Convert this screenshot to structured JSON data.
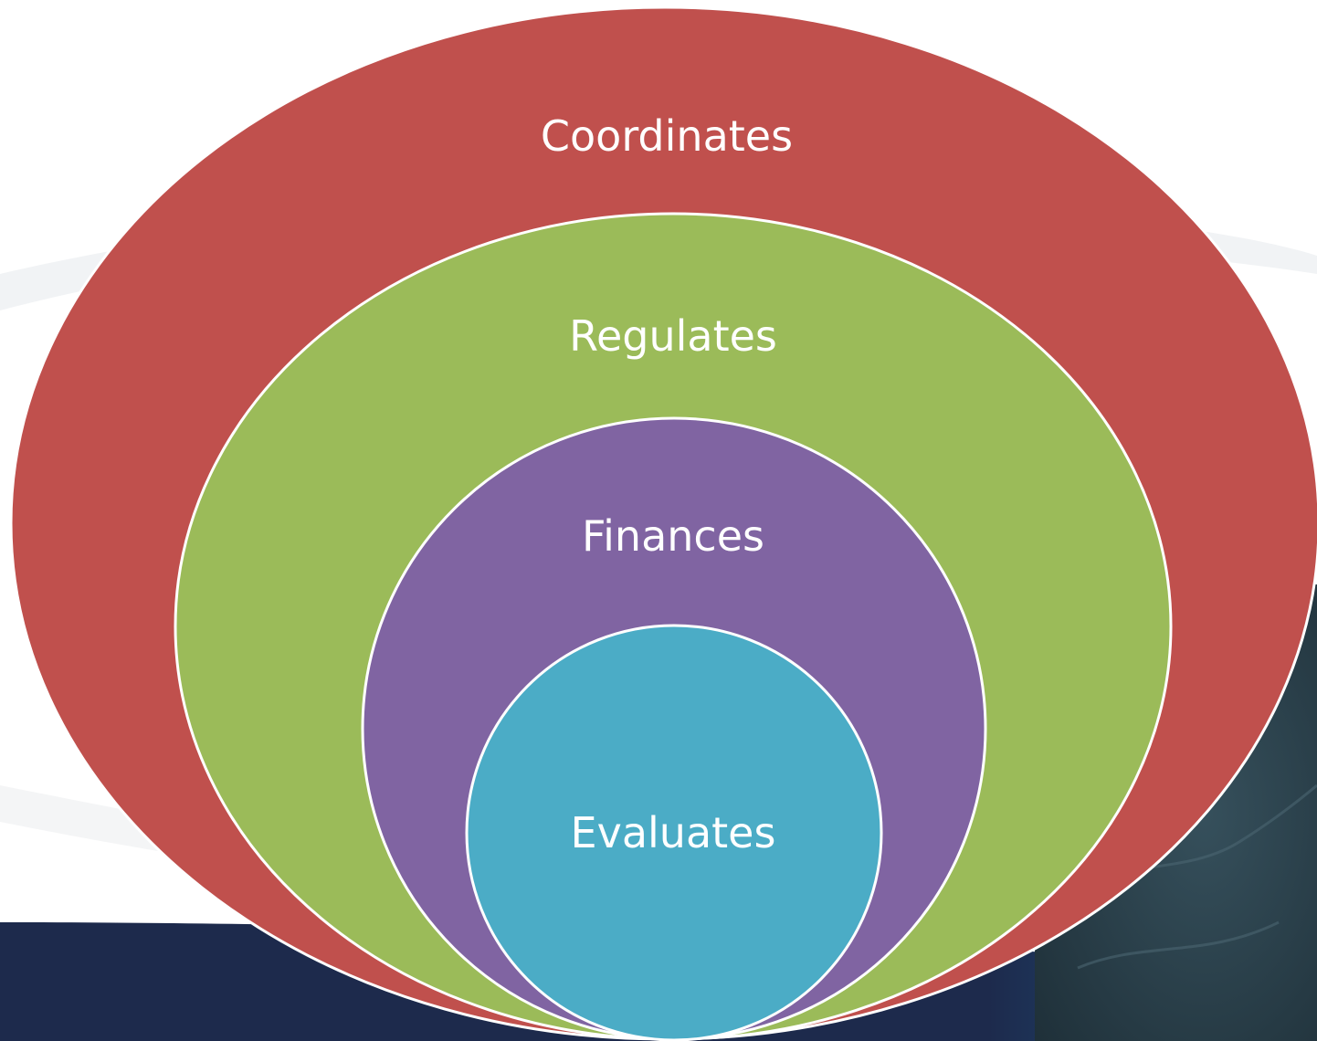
{
  "diagram": {
    "type": "nested-ellipses",
    "layers": [
      {
        "label": "Coordinates",
        "color": "#C0504D"
      },
      {
        "label": "Regulates",
        "color": "#9BBB59"
      },
      {
        "label": "Finances",
        "color": "#8064A2"
      },
      {
        "label": "Evaluates",
        "color": "#4BACC6"
      }
    ],
    "outline_color": "#FFFFFF"
  },
  "background": {
    "base_color": "#FFFFFF",
    "swoosh_color": "#E6E9EC",
    "band_color": "#1D2A4C",
    "band_accent_color": "#1F5F8F",
    "photo_color": "#1E2F38"
  }
}
